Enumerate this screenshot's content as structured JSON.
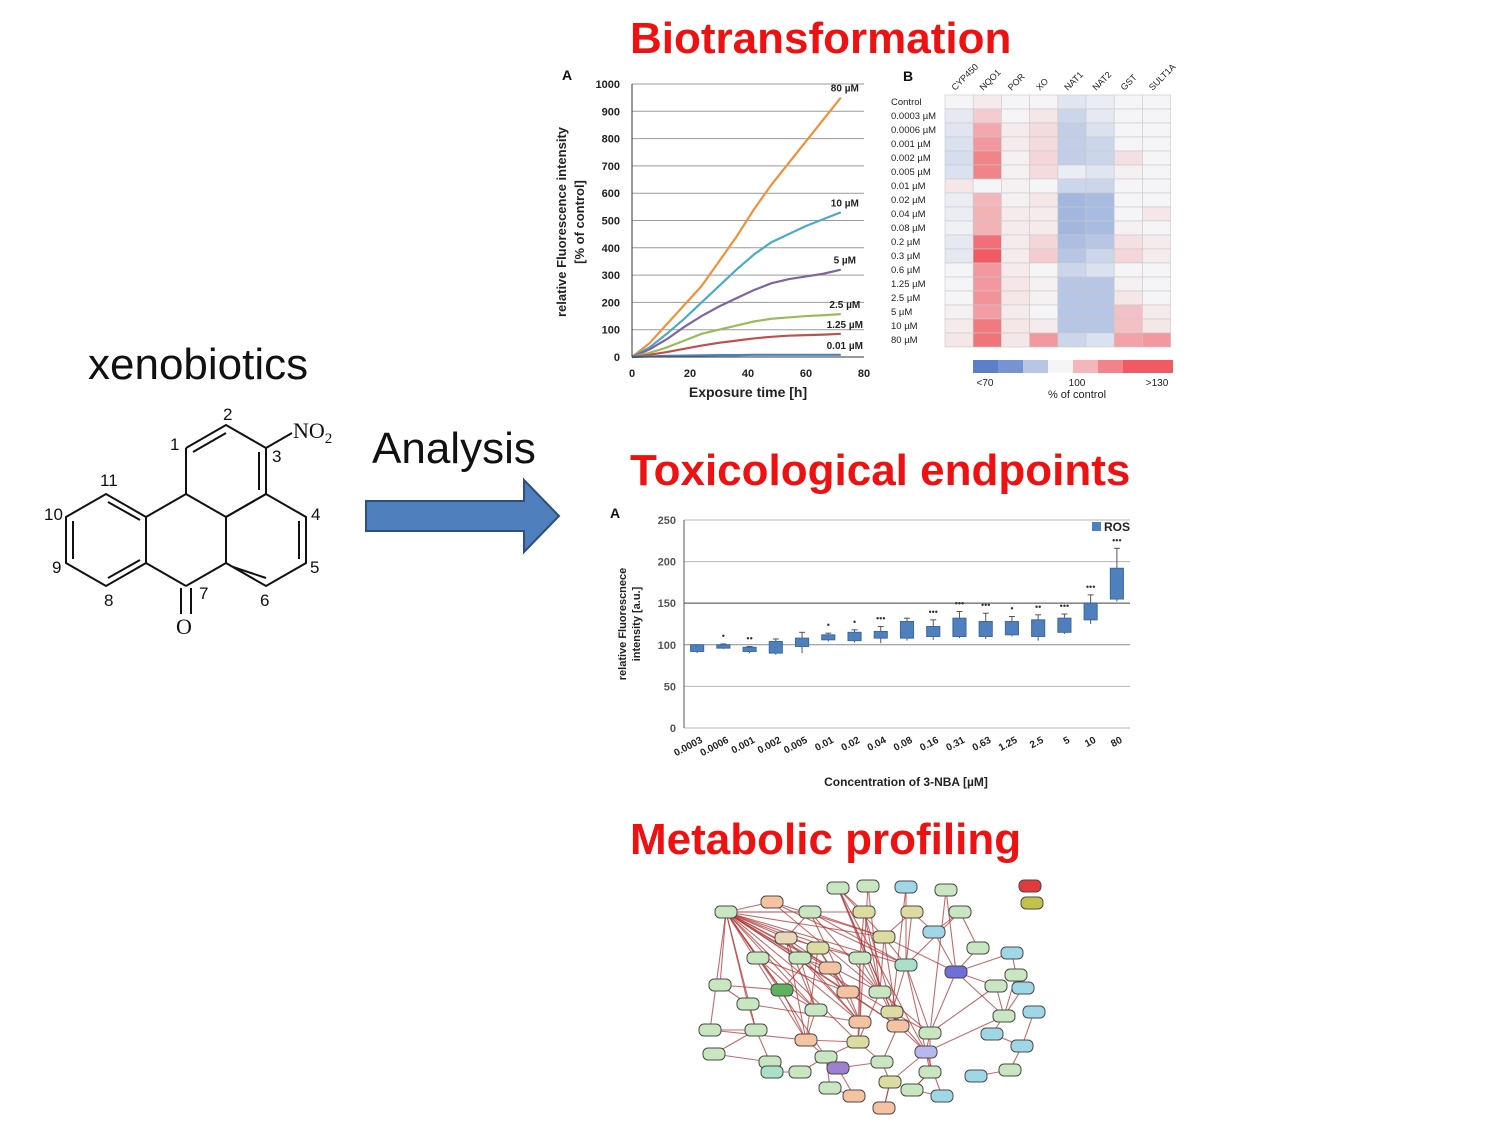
{
  "left": {
    "title": "xenobiotics",
    "arrow_label": "Analysis",
    "molecule": {
      "positions": [
        "1",
        "2",
        "3",
        "4",
        "5",
        "6",
        "7",
        "8",
        "9",
        "10",
        "11"
      ],
      "substituent": "NO",
      "substituent_sub": "2",
      "oxygen": "O"
    }
  },
  "sections": {
    "biotransformation": "Biotransformation",
    "toxicological": "Toxicological endpoints",
    "metabolic": "Metabolic profiling"
  },
  "colors": {
    "heading": "#ee1111",
    "arrow_fill": "#4f7fbd",
    "arrow_stroke": "#2c4f80",
    "bar": "#4f7fbd",
    "heat_low": "#5b86c9",
    "heat_high": "#f05a62",
    "network_edge": "#b03a3a"
  },
  "chart_data": [
    {
      "type": "line",
      "panel_label": "A",
      "xlabel": "Exposure time [h]",
      "ylabel": "relative Fluorescence intensity",
      "ylabel2": "[% of control]",
      "xlim": [
        0,
        80
      ],
      "ylim": [
        0,
        1000
      ],
      "xticks": [
        0,
        20,
        40,
        60,
        80
      ],
      "yticks": [
        0,
        100,
        200,
        300,
        400,
        500,
        600,
        700,
        800,
        900,
        1000
      ],
      "grid": true,
      "x": [
        0,
        6,
        12,
        18,
        24,
        30,
        36,
        42,
        48,
        54,
        60,
        66,
        72
      ],
      "series": [
        {
          "name": "80 µM",
          "color": "#f0913a",
          "values": [
            0,
            50,
            120,
            190,
            260,
            350,
            440,
            540,
            630,
            710,
            790,
            870,
            950
          ]
        },
        {
          "name": "10 µM",
          "color": "#4bacc6",
          "values": [
            0,
            35,
            85,
            140,
            200,
            260,
            320,
            375,
            420,
            450,
            480,
            505,
            530
          ]
        },
        {
          "name": "5 µM",
          "color": "#8064a2",
          "values": [
            0,
            28,
            65,
            110,
            150,
            185,
            215,
            245,
            270,
            285,
            295,
            305,
            320
          ]
        },
        {
          "name": "2.5 µM",
          "color": "#9bbb59",
          "values": [
            0,
            15,
            35,
            60,
            85,
            100,
            115,
            130,
            140,
            145,
            150,
            153,
            157
          ]
        },
        {
          "name": "1.25 µM",
          "color": "#c0504d",
          "values": [
            0,
            8,
            18,
            30,
            42,
            52,
            60,
            68,
            74,
            78,
            80,
            82,
            85
          ]
        },
        {
          "name": "0.01 µM",
          "color": "#4f81bd",
          "values": [
            0,
            2,
            4,
            5,
            6,
            7,
            7,
            8,
            8,
            8,
            8,
            8,
            8
          ]
        }
      ]
    },
    {
      "type": "heatmap",
      "panel_label": "B",
      "columns": [
        "CYP450",
        "NQO1",
        "POR",
        "XO",
        "NAT1",
        "NAT2",
        "GST",
        "SULT1A"
      ],
      "rows": [
        "Control",
        "0.0003 µM",
        "0.0006 µM",
        "0.001 µM",
        "0.002 µM",
        "0.005 µM",
        "0.01 µM",
        "0.02 µM",
        "0.04 µM",
        "0.08 µM",
        "0.2 µM",
        "0.3 µM",
        "0.6 µM",
        "1.25 µM",
        "2.5 µM",
        "5 µM",
        "10 µM",
        "80 µM"
      ],
      "values": [
        [
          100,
          102,
          100,
          100,
          96,
          98,
          100,
          100
        ],
        [
          97,
          108,
          100,
          103,
          92,
          97,
          100,
          100
        ],
        [
          96,
          115,
          102,
          105,
          90,
          95,
          100,
          100
        ],
        [
          95,
          118,
          102,
          105,
          90,
          92,
          100,
          100
        ],
        [
          94,
          122,
          101,
          106,
          90,
          92,
          104,
          100
        ],
        [
          95,
          122,
          101,
          105,
          98,
          96,
          101,
          100
        ],
        [
          103,
          100,
          101,
          100,
          92,
          92,
          100,
          100
        ],
        [
          98,
          112,
          101,
          103,
          84,
          85,
          100,
          100
        ],
        [
          98,
          113,
          102,
          102,
          84,
          85,
          100,
          103
        ],
        [
          99,
          113,
          102,
          102,
          84,
          85,
          101,
          100
        ],
        [
          97,
          126,
          102,
          106,
          86,
          88,
          104,
          102
        ],
        [
          97,
          130,
          102,
          108,
          88,
          92,
          106,
          102
        ],
        [
          100,
          118,
          102,
          100,
          92,
          95,
          100,
          100
        ],
        [
          100,
          118,
          103,
          101,
          88,
          88,
          101,
          100
        ],
        [
          100,
          119,
          103,
          101,
          88,
          88,
          103,
          100
        ],
        [
          101,
          117,
          102,
          100,
          88,
          88,
          110,
          102
        ],
        [
          102,
          124,
          103,
          102,
          88,
          88,
          110,
          103
        ],
        [
          103,
          125,
          103,
          118,
          92,
          95,
          116,
          118
        ]
      ],
      "colorbar": {
        "labels": [
          "<70",
          "100",
          ">130"
        ],
        "title": "% of control"
      }
    },
    {
      "type": "bar",
      "panel_label": "A",
      "xlabel": "Concentration of 3-NBA [µM]",
      "ylabel": "relative Fluorescnece",
      "ylabel2": "intensity [a.u.]",
      "ylim": [
        0,
        250
      ],
      "yticks": [
        0,
        50,
        100,
        150,
        200,
        250
      ],
      "grid": true,
      "legend": "top-right",
      "categories": [
        "0.0003",
        "0.0006",
        "0.001",
        "0.002",
        "0.005",
        "0.01",
        "0.02",
        "0.04",
        "0.08",
        "0.16",
        "0.31",
        "0.63",
        "1.25",
        "2.5",
        "5",
        "10",
        "80"
      ],
      "series": [
        {
          "name": "ROS",
          "q1": [
            92,
            96,
            92,
            90,
            98,
            106,
            105,
            108,
            108,
            110,
            110,
            110,
            112,
            110,
            115,
            130,
            155
          ],
          "q3": [
            100,
            100,
            97,
            104,
            108,
            112,
            115,
            116,
            128,
            122,
            132,
            128,
            128,
            130,
            132,
            150,
            192
          ],
          "low": [
            90,
            95,
            90,
            88,
            90,
            104,
            103,
            102,
            105,
            106,
            108,
            107,
            110,
            105,
            113,
            125,
            152
          ],
          "high": [
            100,
            101,
            98,
            107,
            115,
            114,
            118,
            122,
            132,
            130,
            140,
            138,
            134,
            136,
            137,
            160,
            216
          ],
          "sig": [
            "",
            "•",
            "••",
            "",
            "",
            "•",
            "•",
            "•••",
            "",
            "•••",
            "•••",
            "•••",
            "•",
            "••",
            "•••",
            "•••",
            "•••"
          ]
        }
      ]
    }
  ],
  "network": {
    "nodes": [
      [
        838,
        888,
        "#c8e6c0"
      ],
      [
        868,
        886,
        "#c8e6c0"
      ],
      [
        906,
        887,
        "#9fd7e6"
      ],
      [
        946,
        890,
        "#c8e6c0"
      ],
      [
        1030,
        886,
        "#e23a3a"
      ],
      [
        1032,
        903,
        "#c2c24a"
      ],
      [
        726,
        912,
        "#c8e6c0"
      ],
      [
        772,
        902,
        "#f5c2a2"
      ],
      [
        810,
        912,
        "#c8e6c0"
      ],
      [
        864,
        912,
        "#dcdca0"
      ],
      [
        912,
        912,
        "#dcdca0"
      ],
      [
        960,
        912,
        "#c8e6c0"
      ],
      [
        786,
        938,
        "#e8d6b8"
      ],
      [
        818,
        948,
        "#dcdca0"
      ],
      [
        884,
        937,
        "#dcdca0"
      ],
      [
        934,
        932,
        "#9fd7e6"
      ],
      [
        978,
        948,
        "#c8e6c0"
      ],
      [
        1012,
        953,
        "#9fd7e6"
      ],
      [
        758,
        958,
        "#c8e6c0"
      ],
      [
        800,
        958,
        "#c8e6c0"
      ],
      [
        860,
        958,
        "#c8e6c0"
      ],
      [
        906,
        965,
        "#a8e0c8"
      ],
      [
        956,
        972,
        "#6f6fd6"
      ],
      [
        720,
        985,
        "#c8e6c0"
      ],
      [
        782,
        990,
        "#5fb35f"
      ],
      [
        830,
        968,
        "#f5c2a2"
      ],
      [
        880,
        992,
        "#c8e6c0"
      ],
      [
        1016,
        975,
        "#c8e6c0"
      ],
      [
        748,
        1004,
        "#c8e6c0"
      ],
      [
        816,
        1010,
        "#c8e6c0"
      ],
      [
        848,
        992,
        "#f5c2a2"
      ],
      [
        892,
        1012,
        "#dcdca0"
      ],
      [
        996,
        986,
        "#c8e6c0"
      ],
      [
        1023,
        988,
        "#9fd7e6"
      ],
      [
        710,
        1030,
        "#c8e6c0"
      ],
      [
        756,
        1030,
        "#c8e6c0"
      ],
      [
        806,
        1040,
        "#f5c2a2"
      ],
      [
        860,
        1022,
        "#f5c2a2"
      ],
      [
        898,
        1026,
        "#f5c2a2"
      ],
      [
        930,
        1033,
        "#c8e6c0"
      ],
      [
        992,
        1034,
        "#9fd7e6"
      ],
      [
        1004,
        1016,
        "#c8e6c0"
      ],
      [
        1034,
        1012,
        "#9fd7e6"
      ],
      [
        714,
        1054,
        "#c8e6c0"
      ],
      [
        770,
        1062,
        "#c8e6c0"
      ],
      [
        826,
        1057,
        "#c8e6c0"
      ],
      [
        858,
        1042,
        "#dcdca0"
      ],
      [
        926,
        1052,
        "#b8b8f0"
      ],
      [
        772,
        1072,
        "#a8e0c8"
      ],
      [
        800,
        1072,
        "#c8e6c0"
      ],
      [
        838,
        1068,
        "#9f7fd0"
      ],
      [
        882,
        1062,
        "#c8e6c0"
      ],
      [
        890,
        1082,
        "#dcdca0"
      ],
      [
        930,
        1072,
        "#c8e6c0"
      ],
      [
        976,
        1076,
        "#9fd7e6"
      ],
      [
        1010,
        1070,
        "#c8e6c0"
      ],
      [
        1022,
        1046,
        "#9fd7e6"
      ],
      [
        854,
        1096,
        "#f5c2a2"
      ],
      [
        884,
        1108,
        "#f5c2a2"
      ],
      [
        912,
        1090,
        "#c8e6c0"
      ],
      [
        942,
        1096,
        "#9fd7e6"
      ],
      [
        830,
        1088,
        "#c8e6c0"
      ]
    ],
    "edges": [
      [
        6,
        8
      ],
      [
        6,
        12
      ],
      [
        6,
        13
      ],
      [
        6,
        14
      ],
      [
        6,
        18
      ],
      [
        6,
        19
      ],
      [
        6,
        20
      ],
      [
        6,
        24
      ],
      [
        6,
        25
      ],
      [
        6,
        26
      ],
      [
        6,
        29
      ],
      [
        6,
        30
      ],
      [
        6,
        36
      ],
      [
        6,
        37
      ],
      [
        6,
        31
      ],
      [
        6,
        38
      ],
      [
        6,
        45
      ],
      [
        6,
        46
      ],
      [
        6,
        23
      ],
      [
        6,
        28
      ],
      [
        6,
        34
      ],
      [
        6,
        35
      ],
      [
        6,
        21
      ],
      [
        6,
        9
      ],
      [
        8,
        12
      ],
      [
        8,
        14
      ],
      [
        8,
        21
      ],
      [
        8,
        26
      ],
      [
        12,
        25
      ],
      [
        12,
        20
      ],
      [
        12,
        29
      ],
      [
        12,
        37
      ],
      [
        13,
        25
      ],
      [
        13,
        30
      ],
      [
        13,
        24
      ],
      [
        14,
        21
      ],
      [
        14,
        26
      ],
      [
        14,
        38
      ],
      [
        14,
        22
      ],
      [
        15,
        22
      ],
      [
        15,
        11
      ],
      [
        0,
        9
      ],
      [
        0,
        14
      ],
      [
        0,
        26
      ],
      [
        0,
        31
      ],
      [
        0,
        38
      ],
      [
        0,
        47
      ],
      [
        1,
        26
      ],
      [
        1,
        37
      ],
      [
        2,
        21
      ],
      [
        2,
        31
      ],
      [
        3,
        22
      ],
      [
        3,
        39
      ],
      [
        9,
        26
      ],
      [
        9,
        20
      ],
      [
        10,
        15
      ],
      [
        10,
        21
      ],
      [
        16,
        22
      ],
      [
        16,
        11
      ],
      [
        17,
        22
      ],
      [
        17,
        27
      ],
      [
        18,
        24
      ],
      [
        18,
        29
      ],
      [
        19,
        25
      ],
      [
        19,
        29
      ],
      [
        20,
        26
      ],
      [
        20,
        37
      ],
      [
        21,
        31
      ],
      [
        21,
        39
      ],
      [
        22,
        32
      ],
      [
        22,
        41
      ],
      [
        23,
        28
      ],
      [
        23,
        24
      ],
      [
        24,
        36
      ],
      [
        24,
        29
      ],
      [
        25,
        30
      ],
      [
        26,
        38
      ],
      [
        26,
        39
      ],
      [
        28,
        35
      ],
      [
        29,
        36
      ],
      [
        30,
        37
      ],
      [
        31,
        38
      ],
      [
        31,
        47
      ],
      [
        32,
        41
      ],
      [
        33,
        41
      ],
      [
        34,
        35
      ],
      [
        35,
        44
      ],
      [
        36,
        45
      ],
      [
        37,
        46
      ],
      [
        38,
        47
      ],
      [
        38,
        51
      ],
      [
        39,
        47
      ],
      [
        39,
        53
      ],
      [
        40,
        41
      ],
      [
        40,
        56
      ],
      [
        42,
        56
      ],
      [
        43,
        35
      ],
      [
        44,
        48
      ],
      [
        45,
        50
      ],
      [
        46,
        51
      ],
      [
        47,
        52
      ],
      [
        51,
        52
      ],
      [
        52,
        58
      ],
      [
        53,
        59
      ],
      [
        54,
        55
      ],
      [
        55,
        56
      ],
      [
        57,
        61
      ],
      [
        57,
        50
      ],
      [
        58,
        52
      ],
      [
        59,
        60
      ],
      [
        61,
        45
      ],
      [
        25,
        37
      ],
      [
        30,
        38
      ],
      [
        31,
        39
      ],
      [
        26,
        46
      ],
      [
        20,
        46
      ],
      [
        13,
        36
      ],
      [
        12,
        36
      ],
      [
        6,
        7
      ],
      [
        7,
        14
      ],
      [
        7,
        21
      ],
      [
        7,
        26
      ],
      [
        8,
        30
      ],
      [
        19,
        37
      ],
      [
        18,
        30
      ],
      [
        28,
        37
      ],
      [
        34,
        36
      ],
      [
        43,
        44
      ],
      [
        41,
        47
      ],
      [
        32,
        39
      ],
      [
        22,
        39
      ],
      [
        27,
        41
      ],
      [
        11,
        21
      ],
      [
        10,
        14
      ],
      [
        36,
        46
      ],
      [
        45,
        46
      ],
      [
        50,
        51
      ],
      [
        49,
        45
      ],
      [
        48,
        49
      ],
      [
        59,
        53
      ],
      [
        53,
        47
      ],
      [
        60,
        47
      ],
      [
        21,
        47
      ],
      [
        9,
        38
      ]
    ]
  }
}
